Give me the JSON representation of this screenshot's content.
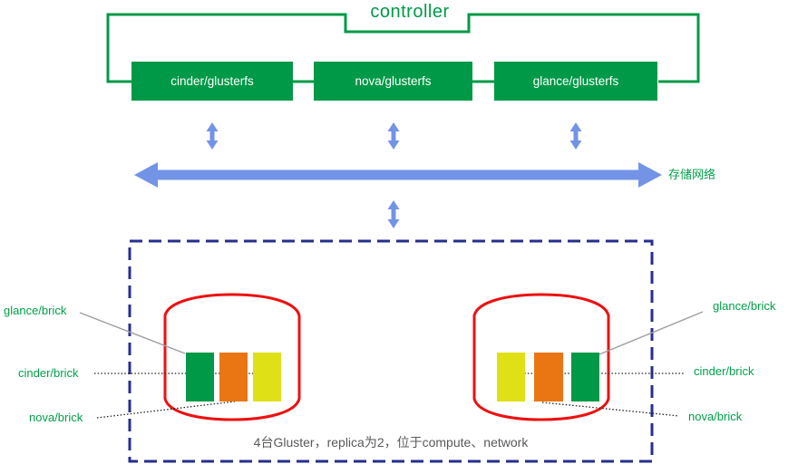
{
  "diagram": {
    "controller_label": "controller",
    "services": [
      {
        "label": "cinder/glusterfs"
      },
      {
        "label": "nova/glusterfs"
      },
      {
        "label": "glance/glusterfs"
      }
    ],
    "storage_network_label": "存储网络",
    "cluster": {
      "caption": "4台Gluster，replica为2，位于compute、network",
      "left_node": {
        "labels": [
          "glance/brick",
          "cinder/brick",
          "nova/brick"
        ],
        "bricks": [
          {
            "name": "glance/brick",
            "color": "#009947"
          },
          {
            "name": "nova/brick",
            "color": "#E97612"
          },
          {
            "name": "cinder/brick",
            "color": "#E0E016"
          }
        ]
      },
      "right_node": {
        "labels": [
          "glance/brick",
          "cinder/brick",
          "nova/brick"
        ],
        "bricks": [
          {
            "name": "cinder/brick",
            "color": "#E0E016"
          },
          {
            "name": "nova/brick",
            "color": "#E97612"
          },
          {
            "name": "glance/brick",
            "color": "#009947"
          }
        ]
      }
    },
    "colors": {
      "green": "#009947",
      "label_green": "#00A04A",
      "blue_arrow": "#7394E6",
      "dashed_border": "#252F8D",
      "cylinder_red": "#EE1111",
      "caption_text": "#595959"
    }
  }
}
